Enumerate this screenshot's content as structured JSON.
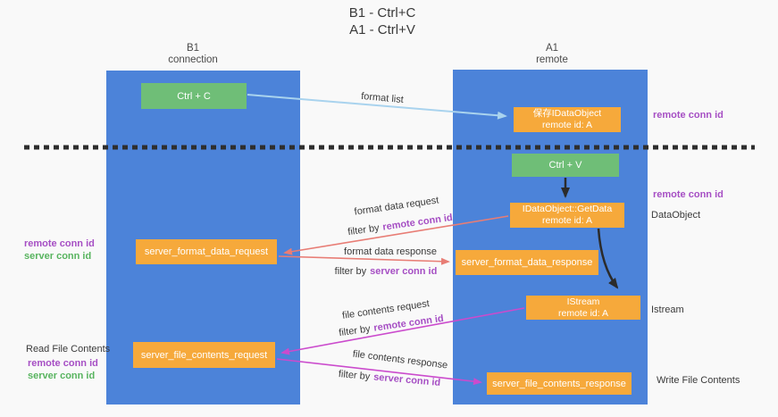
{
  "title": {
    "line1": "B1 - Ctrl+C",
    "line2": "A1 - Ctrl+V"
  },
  "lanes": {
    "b1": {
      "name": "B1",
      "subtitle": "connection"
    },
    "a1": {
      "name": "A1",
      "subtitle": "remote"
    }
  },
  "nodes": {
    "ctrl_c": {
      "label": "Ctrl + C"
    },
    "ctrl_v": {
      "label": "Ctrl + V"
    },
    "save_dataobject": {
      "line1": "保存IDataObject",
      "line2": "remote id: A"
    },
    "getdata": {
      "line1": "IDataObject::GetData",
      "line2": "remote id: A"
    },
    "istream": {
      "line1": "IStream",
      "line2": "remote id: A"
    },
    "server_format_data_request": {
      "label": "server_format_data_request"
    },
    "server_format_data_response": {
      "label": "server_format_data_response"
    },
    "server_file_contents_request": {
      "label": "server_file_contents_request"
    },
    "server_file_contents_response": {
      "label": "server_file_contents_response"
    }
  },
  "edges": {
    "format_list": {
      "label": "format list"
    },
    "format_data_request": {
      "label": "format data request",
      "filter_prefix": "filter by",
      "filter_key": "remote conn id"
    },
    "format_data_response": {
      "label": "format data response",
      "filter_prefix": "filter by",
      "filter_key": "server conn id"
    },
    "file_contents_request": {
      "label": "file contents request",
      "filter_prefix": "filter by",
      "filter_key": "remote conn id"
    },
    "file_contents_response": {
      "label": "file contents response",
      "filter_prefix": "filter by",
      "filter_key": "server conn id"
    }
  },
  "side_labels": {
    "right_top_remote_conn_id": "remote conn id",
    "right_mid_remote_conn_id": "remote conn id",
    "dataobject": "DataObject",
    "istream": "Istream",
    "write_file_contents": "Write File Contents",
    "left_format_remote_conn_id": "remote conn id",
    "left_format_server_conn_id": "server conn id",
    "read_file_contents": "Read File Contents",
    "left_file_remote_conn_id": "remote conn id",
    "left_file_server_conn_id": "server conn id"
  },
  "colors": {
    "lane_blue": "#4c83d9",
    "node_green": "#6fbe77",
    "node_orange": "#f6a93b",
    "arrow_light_blue": "#a9d3ee",
    "arrow_salmon": "#e87d75",
    "arrow_magenta": "#cb4bcd",
    "arrow_black": "#2b2b2b",
    "label_purple": "#a64fc4",
    "label_green": "#58b45f",
    "text_dark": "#3a3a3a"
  }
}
